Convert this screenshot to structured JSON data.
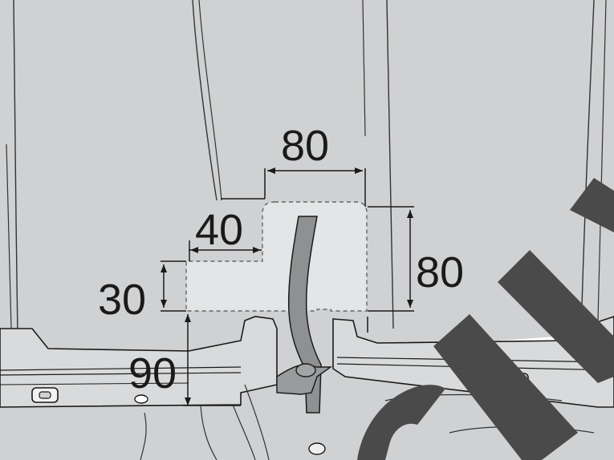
{
  "diagram": {
    "dimensions": {
      "top_width": "80",
      "step_width": "40",
      "right_height": "80",
      "step_height": "30",
      "bottom_height": "90"
    },
    "colors": {
      "panel": "#cfd0d1",
      "panel_light": "#e6e7e8",
      "cutout": "#e2e3e4",
      "line": "#1a1a1a",
      "watermark": "#4a4a4a",
      "floor": "#ffffff"
    },
    "icons": [
      "clip-icon",
      "clip-icon",
      "hole-icon",
      "hole-icon"
    ]
  }
}
